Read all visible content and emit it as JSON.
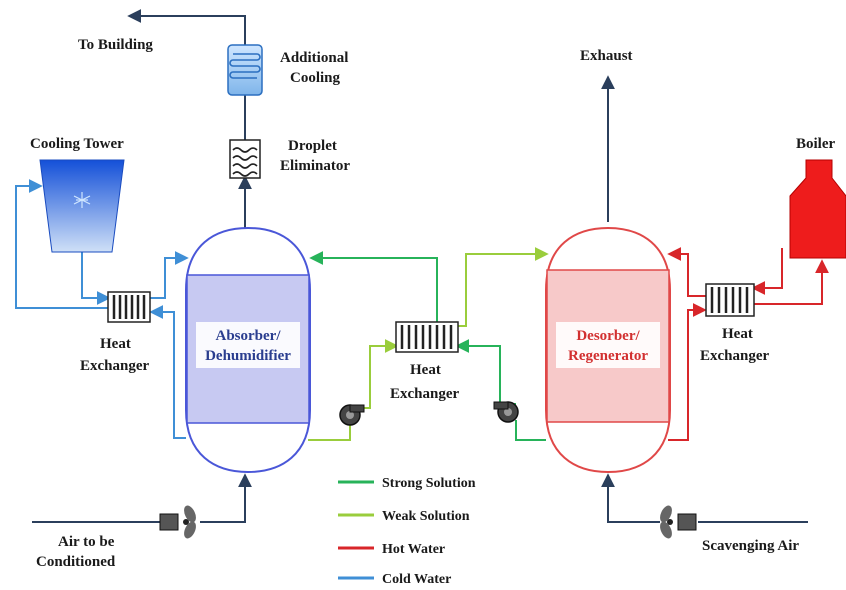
{
  "labels": {
    "to_building": "To Building",
    "additional_cooling": [
      "Additional",
      "Cooling"
    ],
    "droplet_eliminator": [
      "Droplet",
      "Eliminator"
    ],
    "cooling_tower": "Cooling Tower",
    "exhaust": "Exhaust",
    "boiler": "Boiler",
    "absorber": [
      "Absorber/",
      "Dehumidifier"
    ],
    "desorber": [
      "Desorber/",
      "Regenerator"
    ],
    "heat_exchanger_left": [
      "Heat",
      "Exchanger"
    ],
    "heat_exchanger_center": [
      "Heat",
      "Exchanger"
    ],
    "heat_exchanger_right": [
      "Heat",
      "Exchanger"
    ],
    "air_in": [
      "Air to be",
      "Conditioned"
    ],
    "scavenging_air": "Scavenging Air"
  },
  "legend": [
    {
      "label": "Strong Solution",
      "color": "#27b35a"
    },
    {
      "label": "Weak Solution",
      "color": "#9acd3c"
    },
    {
      "label": "Hot Water",
      "color": "#d8262a"
    },
    {
      "label": "Cold Water",
      "color": "#3f8fd6"
    }
  ],
  "colors": {
    "strong": "#27b35a",
    "weak": "#9acd3c",
    "hot": "#d8262a",
    "cold": "#3f8fd6",
    "air": "#2b3f5c",
    "absorber_fill": "#c7c9f2",
    "absorber_stroke": "#4a57d8",
    "desorber_fill": "#f7c9c9",
    "desorber_stroke": "#e04848",
    "tower": "#1f6fe0",
    "boiler": "#ee1c1c"
  }
}
